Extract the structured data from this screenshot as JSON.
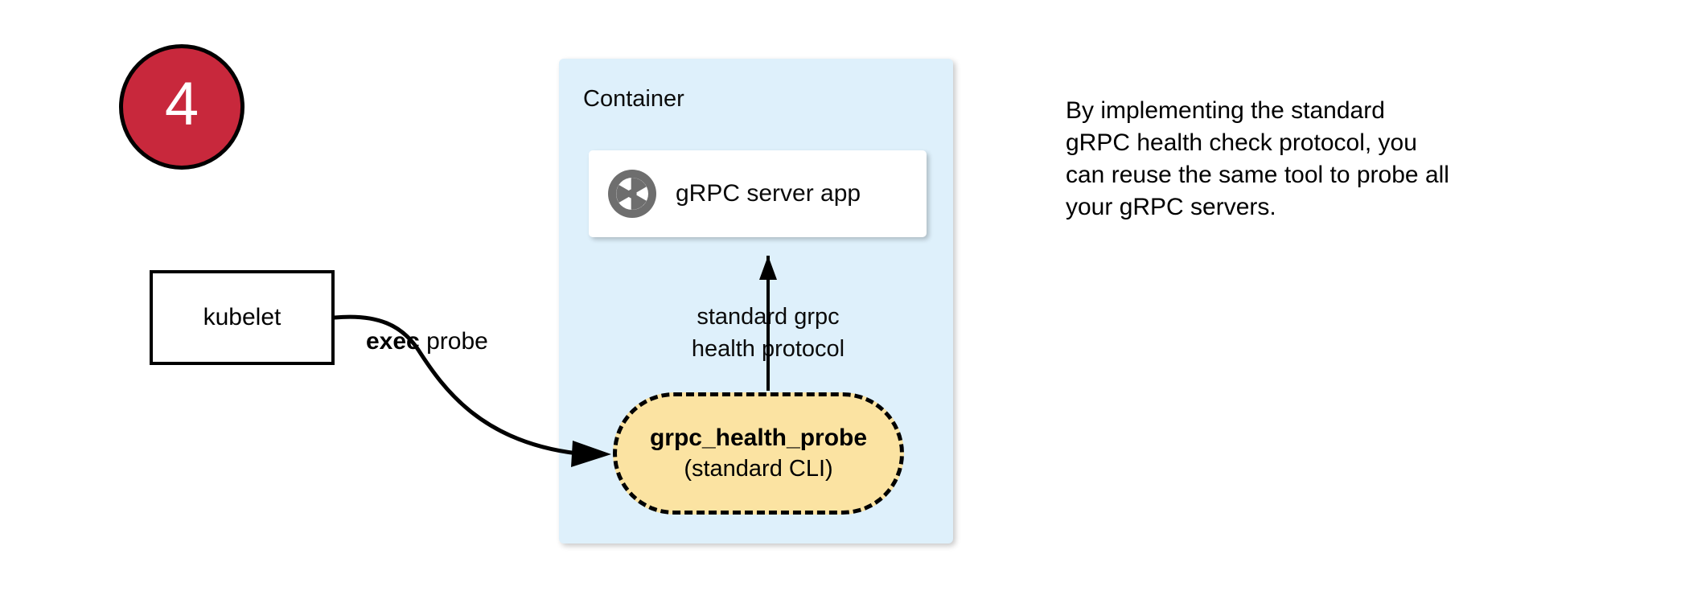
{
  "step": {
    "number": "4",
    "badge_fill": "#C8283C",
    "badge_stroke": "#000000",
    "number_color": "#ffffff"
  },
  "container": {
    "title": "Container",
    "fill": "#DEF0FB"
  },
  "server_card": {
    "label": "gRPC server app",
    "icon": "grpc-aperture-icon",
    "icon_color": "#6E6E6E",
    "fill": "#ffffff"
  },
  "kubelet": {
    "label": "kubelet",
    "fill": "#ffffff",
    "stroke": "#000000"
  },
  "edges": {
    "exec_probe": {
      "label_bold": "exec",
      "label_rest": " probe"
    },
    "protocol": {
      "line1": "standard grpc",
      "line2": "health protocol"
    }
  },
  "probe_box": {
    "title": "grpc_health_probe",
    "subtitle": "(standard CLI)",
    "fill": "#FBE3A2",
    "stroke": "#000000",
    "stroke_style": "dashed"
  },
  "annotation": {
    "line1": "By implementing the standard",
    "line2": "gRPC health check protocol, you",
    "line3": "can reuse the same tool to probe all",
    "line4": "your gRPC servers."
  }
}
